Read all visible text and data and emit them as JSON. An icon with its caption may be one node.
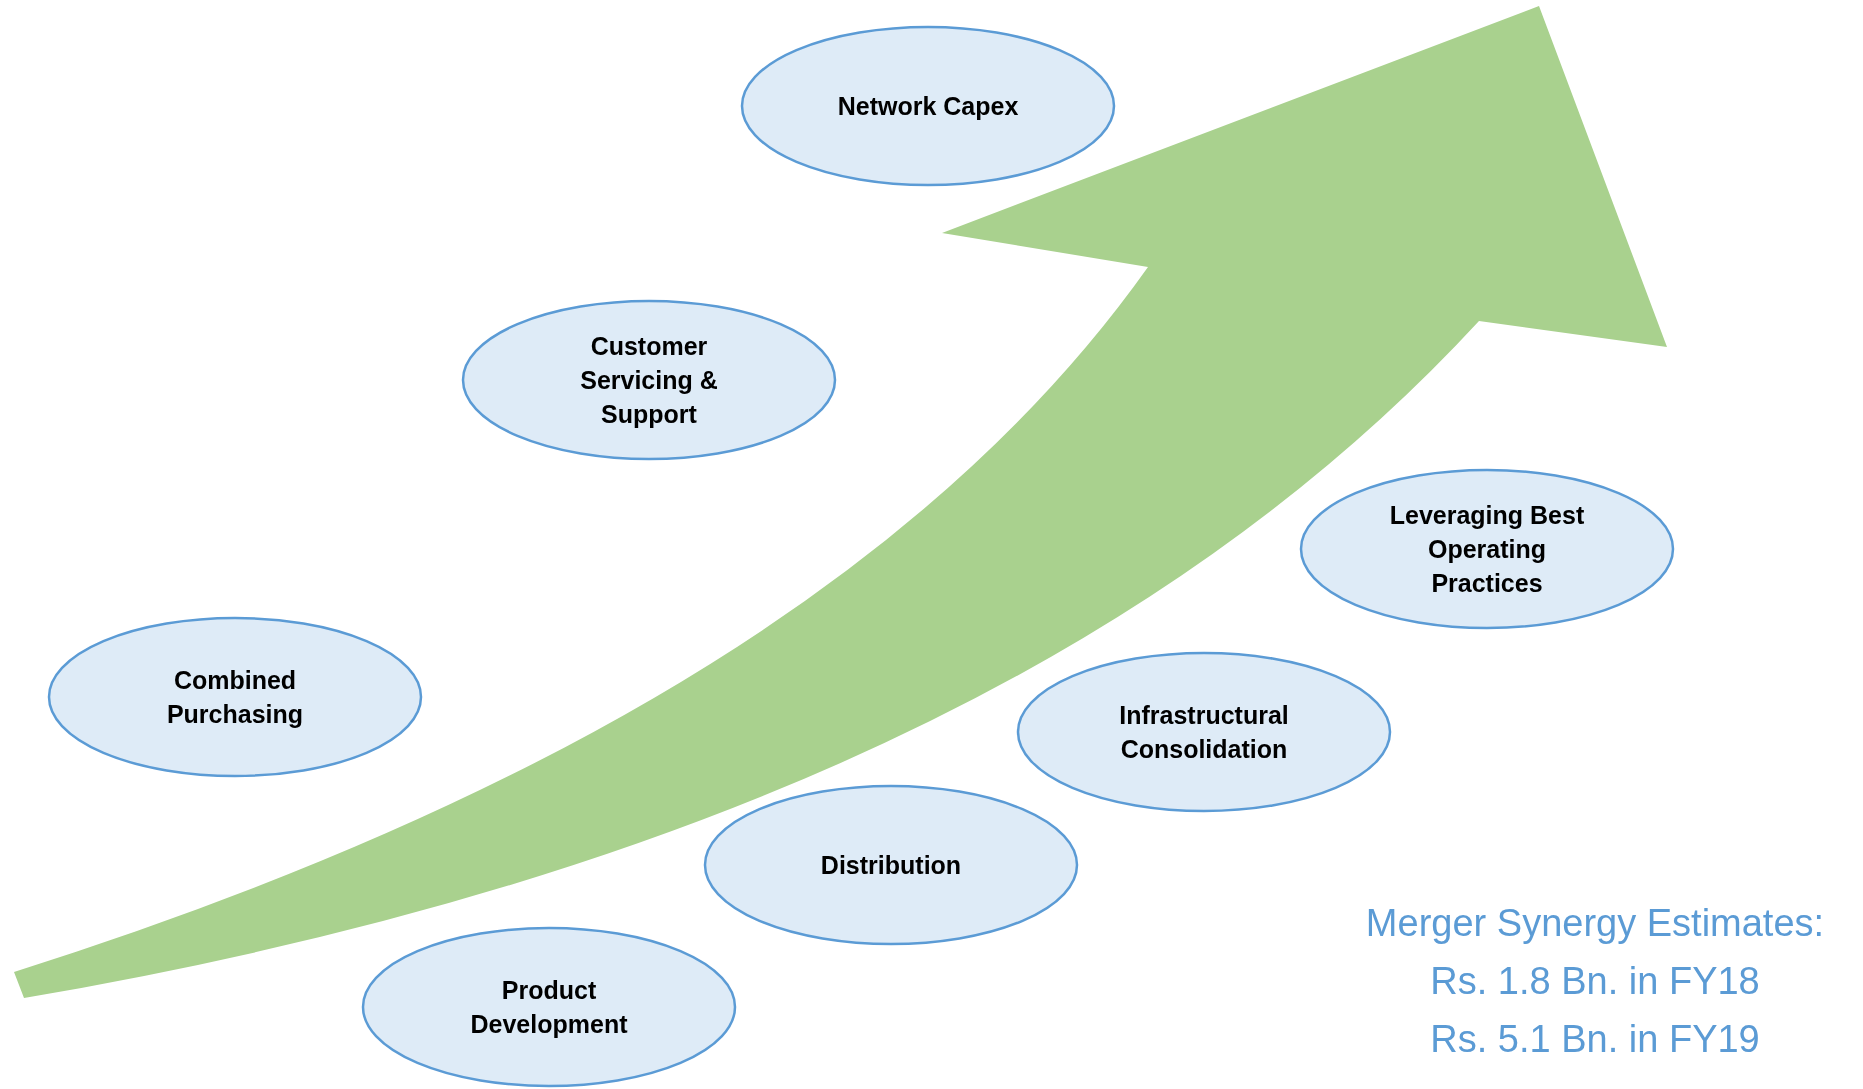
{
  "diagram": {
    "nodes": [
      {
        "text": [
          "Network Capex"
        ]
      },
      {
        "text": [
          "Customer Servicing & Support"
        ]
      },
      {
        "text": [
          "Leveraging Best Operating Practices"
        ]
      },
      {
        "text": [
          "Combined Purchasing"
        ]
      },
      {
        "text": [
          "Infrastructural Consolidation"
        ]
      },
      {
        "text": [
          "Distribution"
        ]
      },
      {
        "text": [
          "Product Development"
        ]
      }
    ],
    "labels": [
      "Merger Synergy Estimates:",
      "Rs. 1.8 Bn. in FY18",
      "Rs. 5.1 Bn. in FY19"
    ]
  }
}
